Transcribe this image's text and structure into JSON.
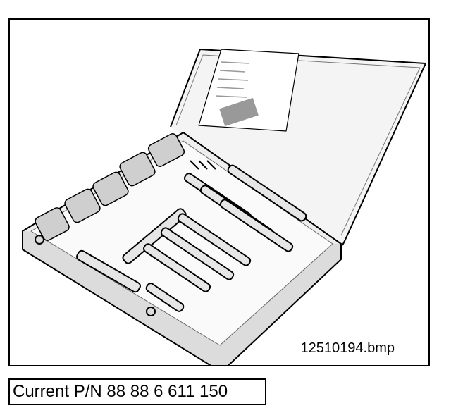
{
  "figure": {
    "filename": "12510194.bmp",
    "illustration": "tool-case-illustration"
  },
  "part_number": {
    "text": "Current P/N 88 88 6 611 150"
  },
  "colors": {
    "ink": "#000000",
    "background": "#ffffff"
  }
}
